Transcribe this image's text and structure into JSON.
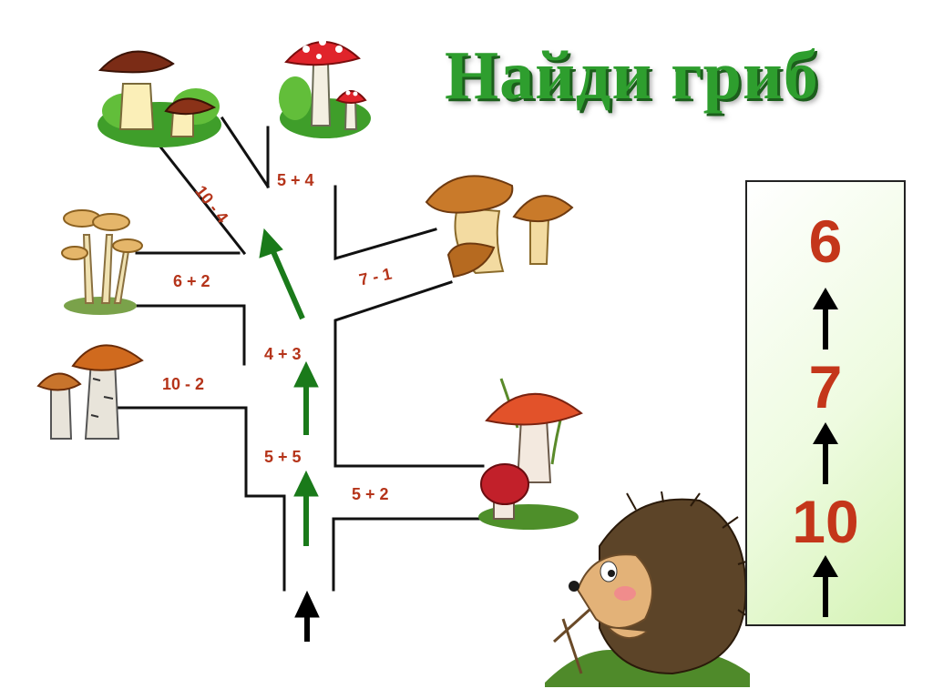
{
  "title": "Найди гриб",
  "expressions": {
    "e_5_4": "5 + 4",
    "e_10_4": "10 - 4",
    "e_7_1": "7 - 1",
    "e_6_2": "6 + 2",
    "e_4_3": "4 + 3",
    "e_10_2": "10 - 2",
    "e_5_5": "5 + 5",
    "e_5_2": "5 + 2"
  },
  "answers": [
    "6",
    "7",
    "10"
  ],
  "colors": {
    "title": "#2e9e2e",
    "expression": "#b5341a",
    "answer": "#c4361a",
    "path_arrow": "#1a7a1a",
    "start_arrow": "#000000"
  },
  "icons": [
    "porcini-mushroom-icon",
    "fly-agaric-mushroom-icon",
    "boletus-mushroom-icon",
    "honey-fungus-icon",
    "birch-bolete-icon",
    "red-russula-icon",
    "hedgehog-icon"
  ]
}
